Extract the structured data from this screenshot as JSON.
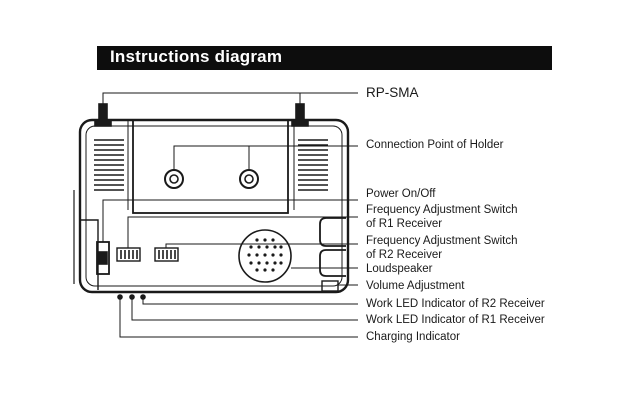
{
  "title": "Instructions diagram",
  "callouts": {
    "rp_sma": "RP-SMA",
    "holder": "Connection Point of Holder",
    "power": "Power On/Off",
    "freq_r1_line1": "Frequency Adjustment Switch",
    "freq_r1_line2": "of R1 Receiver",
    "freq_r2_line1": "Frequency Adjustment Switch",
    "freq_r2_line2": "of R2 Receiver",
    "loudspeaker": "Loudspeaker",
    "volume": "Volume Adjustment",
    "led_r2": "Work LED Indicator of R2 Receiver",
    "led_r1": "Work LED Indicator of R1 Receiver",
    "charging": "Charging Indicator"
  },
  "colors": {
    "title_bar": "#0d0d0d",
    "line": "#1a1a1a"
  }
}
